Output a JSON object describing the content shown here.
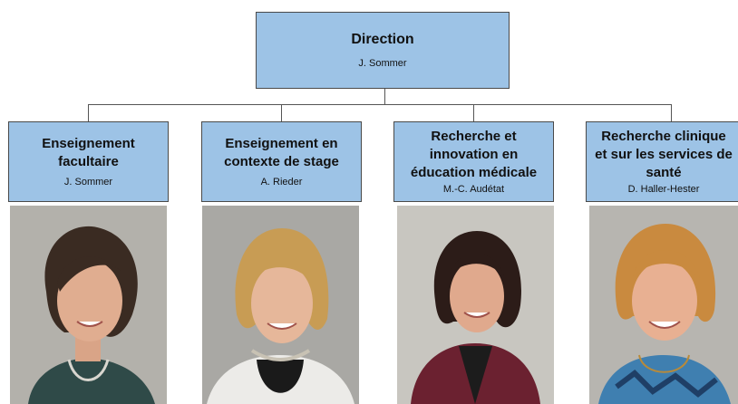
{
  "direction": {
    "title": "Direction",
    "person": "J. Sommer"
  },
  "units": [
    {
      "title": "Enseignement\nfacultaire",
      "person": "J. Sommer"
    },
    {
      "title": "Enseignement en\ncontexte de stage",
      "person": "A. Rieder"
    },
    {
      "title": "Recherche et\ninnovation en\néducation médicale",
      "person": "M.-C. Audétat"
    },
    {
      "title": "Recherche clinique\net sur les services de\nsanté",
      "person": "D. Haller-Hester"
    }
  ],
  "colors": {
    "box_fill": "#9dc3e6",
    "box_border": "#4a4a4a",
    "connector": "#555555"
  }
}
